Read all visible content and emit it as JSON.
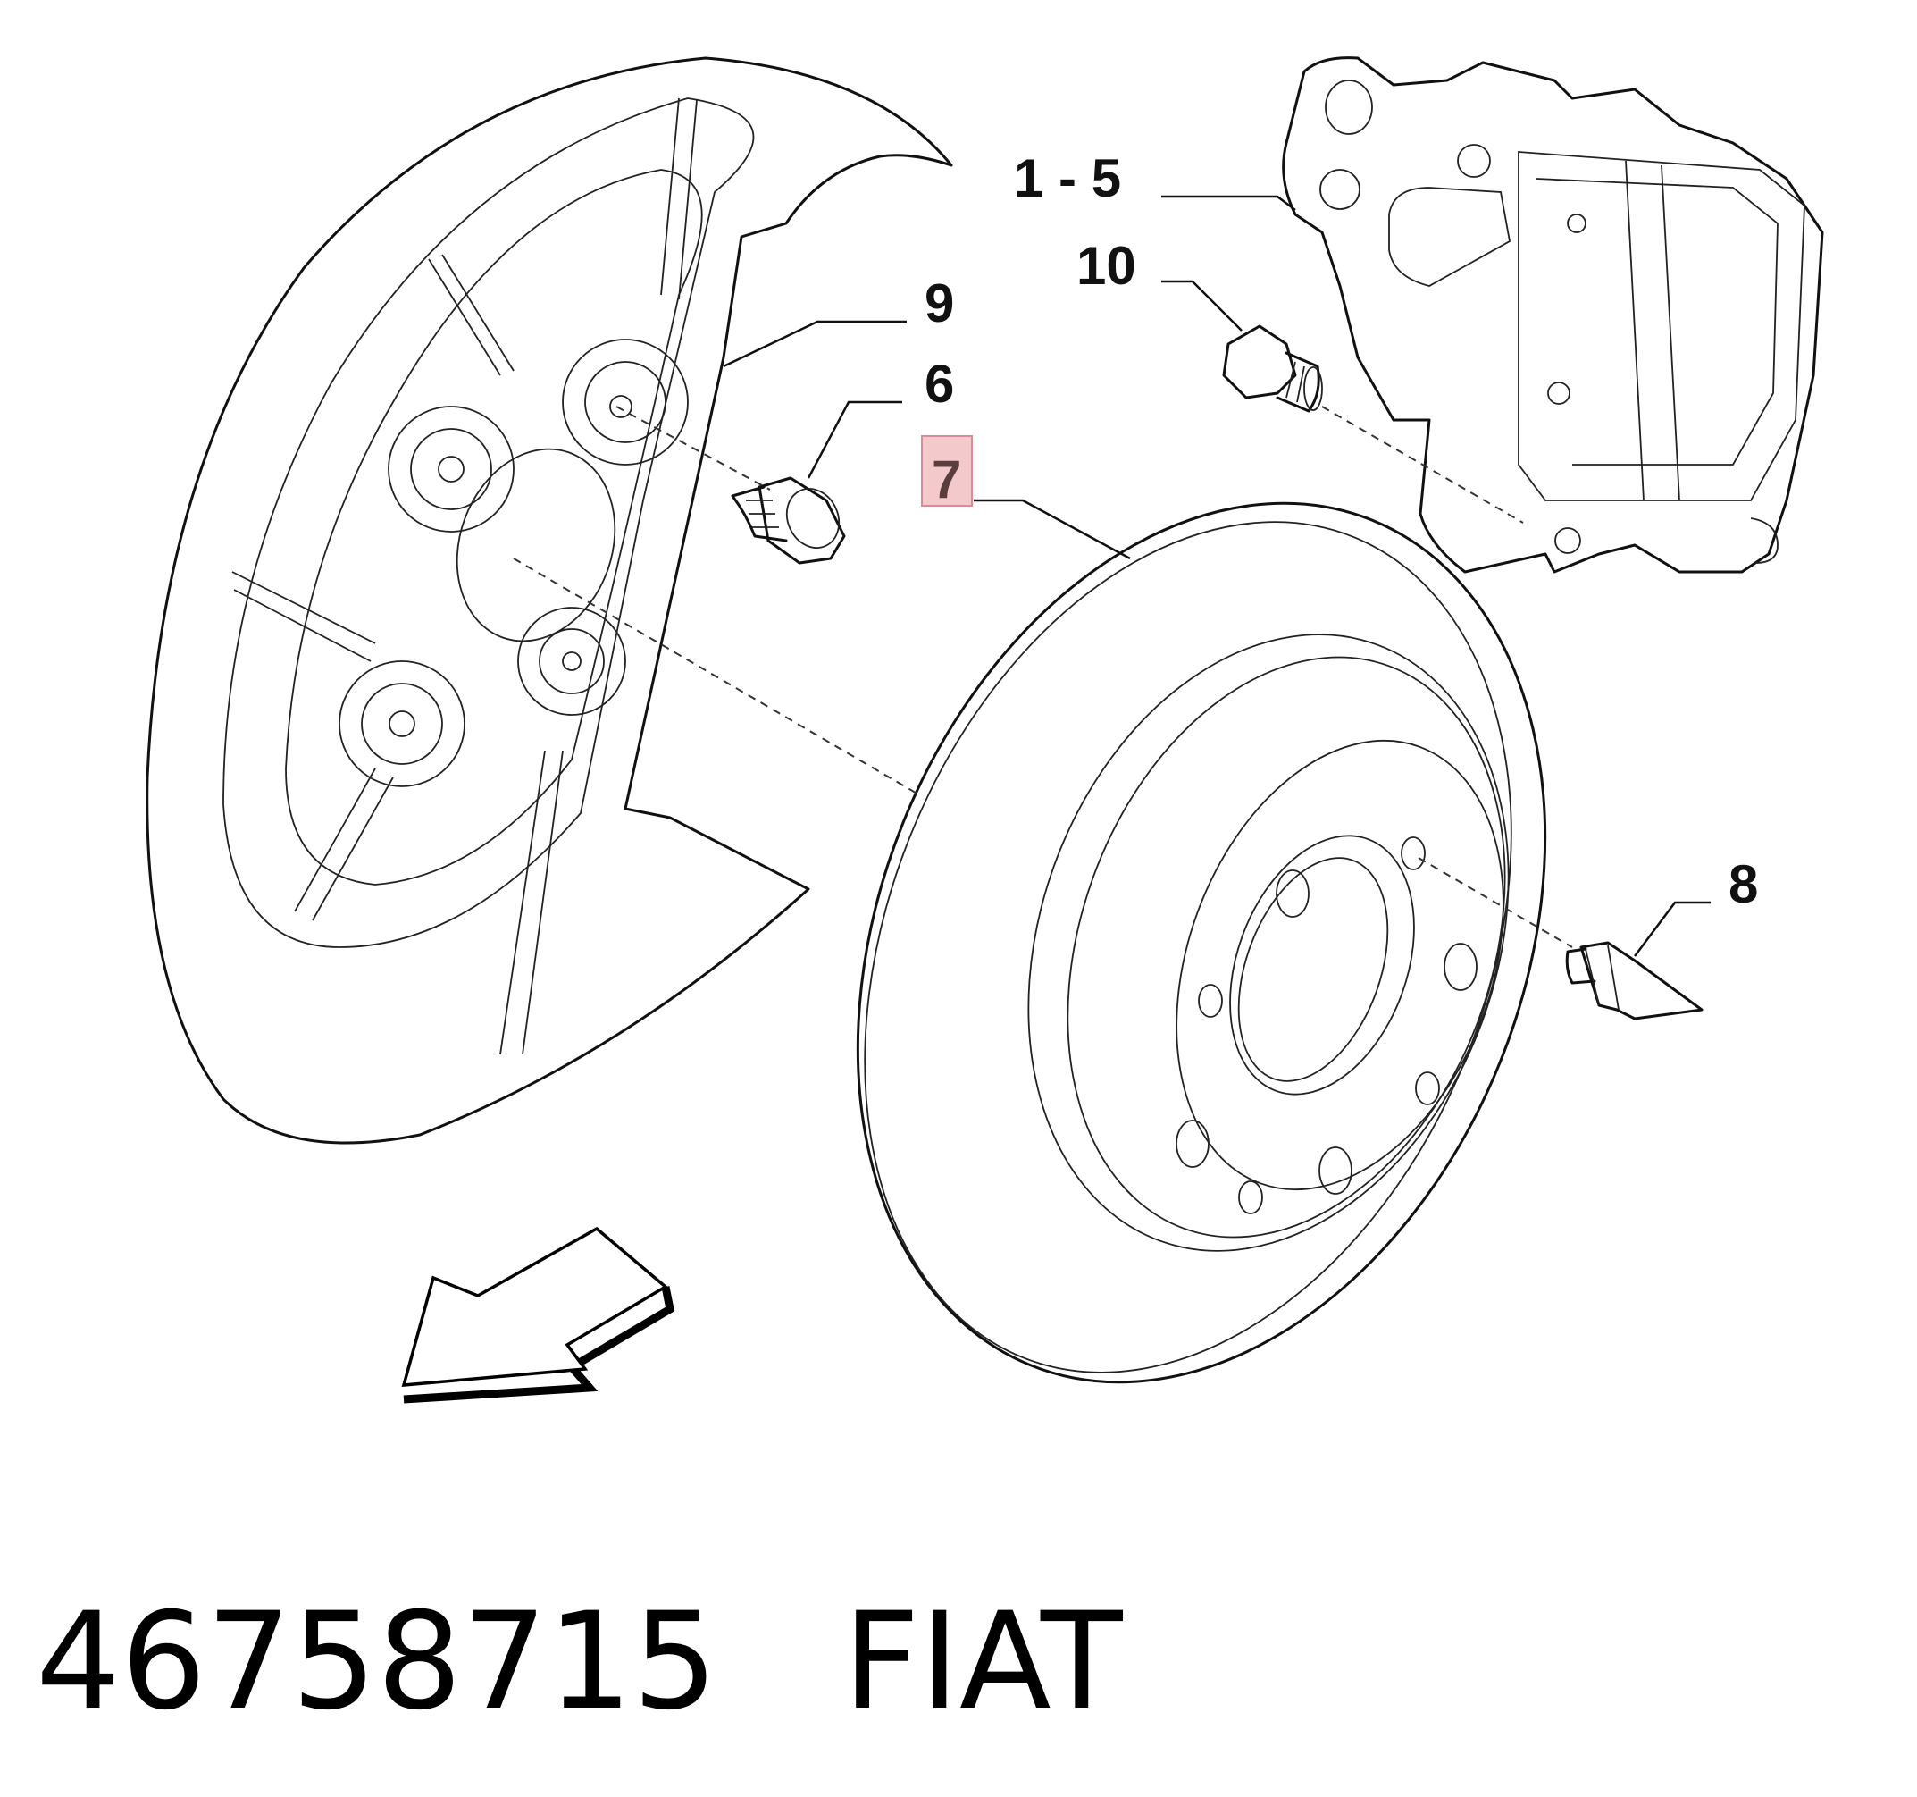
{
  "callouts": {
    "caliper": "1 - 5",
    "bolt_10": "10",
    "shield": "9",
    "bolt_6": "6",
    "disc": "7",
    "screw_8": "8"
  },
  "highlight_color": "#f3c9cc",
  "caption": {
    "part_number": "46758715",
    "brand": "FIAT"
  }
}
